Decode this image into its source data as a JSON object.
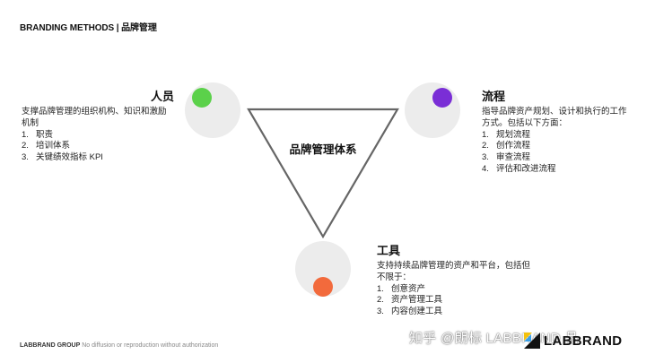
{
  "header": {
    "title": "BRANDING METHODS | 品牌管理"
  },
  "center": {
    "label": "品牌管理体系"
  },
  "nodes": {
    "people": {
      "title": "人员",
      "desc": "支撑品牌管理的组织机构、知识和激励机制",
      "items": [
        {
          "num": "1.",
          "text": "职责"
        },
        {
          "num": "2.",
          "text": "培训体系"
        },
        {
          "num": "3.",
          "text": "关键绩效指标 KPI"
        }
      ],
      "dot_color": "#5bd14a"
    },
    "process": {
      "title": "流程",
      "desc": "指导品牌资产规划、设计和执行的工作方式。包括以下方面：",
      "items": [
        {
          "num": "1.",
          "text": "规划流程"
        },
        {
          "num": "2.",
          "text": "创作流程"
        },
        {
          "num": "3.",
          "text": "审查流程"
        },
        {
          "num": "4.",
          "text": "评估和改进流程"
        }
      ],
      "dot_color": "#7a2ed6"
    },
    "tools": {
      "title": "工具",
      "desc": "支持持续品牌管理的资产和平台，包括但不限于：",
      "items": [
        {
          "num": "1.",
          "text": "创意资产"
        },
        {
          "num": "2.",
          "text": "资产管理工具"
        },
        {
          "num": "3.",
          "text": "内容创建工具"
        }
      ],
      "dot_color": "#f26a3c"
    }
  },
  "colors": {
    "circle_fill": "#ececec",
    "triangle_stroke": "#666666"
  },
  "footer": {
    "brand": "LABBRAND GROUP",
    "note": "No diffusion or reproduction without authorization"
  },
  "watermark": {
    "text": "知乎 @朗标 LABBRAND 品"
  },
  "logo": {
    "text": "LABBRAND"
  }
}
